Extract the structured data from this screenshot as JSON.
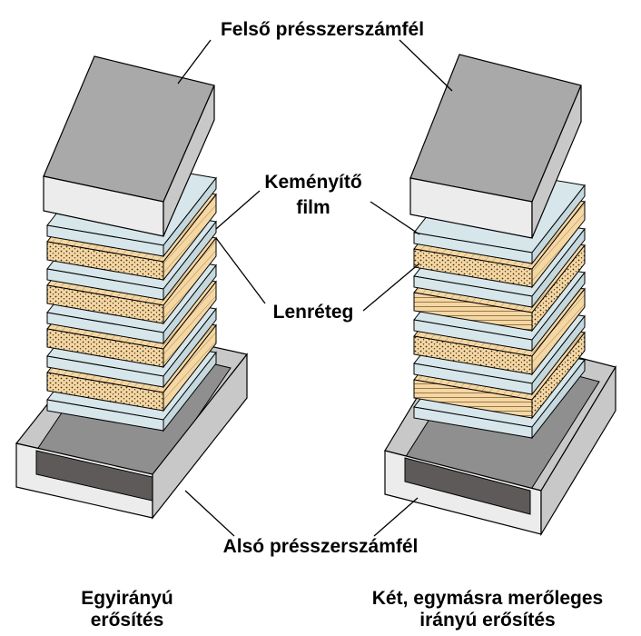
{
  "labels": {
    "upper_die": "Felső présszerszámfél",
    "hardener_line1": "Keményítő",
    "hardener_line2": "film",
    "flax_layer": "Lenréteg",
    "lower_die": "Alsó présszerszámfél"
  },
  "captions": {
    "left_line1": "Egyirányú",
    "left_line2": "erősítés",
    "right_line1": "Két, egymásra merőleges",
    "right_line2": "irányú erősítés"
  },
  "stacks": [
    {
      "id": "unidirectional",
      "layers": [
        "film",
        "flax-fiber",
        "film",
        "flax-fiber",
        "film",
        "flax-fiber",
        "film",
        "flax-fiber",
        "film"
      ]
    },
    {
      "id": "cross-ply",
      "layers": [
        "film",
        "flax-fiber",
        "film",
        "flax-cross",
        "film",
        "flax-fiber",
        "film",
        "flax-cross",
        "film"
      ]
    }
  ],
  "colors": {
    "die_top": "#a9a9a9",
    "die_front": "#ececec",
    "die_side": "#c8c8c8",
    "lower_die_frame_top": "#8f8f8f",
    "lower_die_cavity": "#5e5a5a",
    "film": "#d6e6ea",
    "flax": "#f5d7a4",
    "outline": "#000000"
  }
}
